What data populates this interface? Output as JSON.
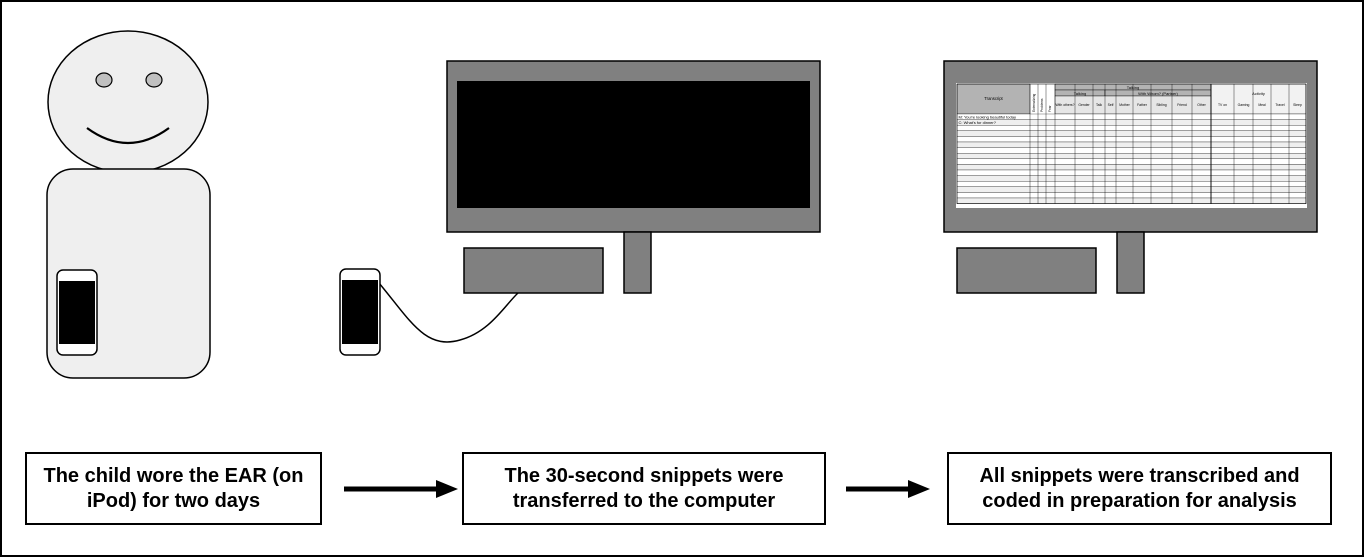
{
  "captions": [
    "The child wore the EAR (on iPod) for two days",
    "The 30-second snippets were transferred to the computer",
    "All snippets were transcribed and coded in preparation for analysis"
  ],
  "spreadsheet": {
    "transcript_header": "Transcript",
    "vertical_headers": [
      "Externalizing",
      "Problems",
      "Fear"
    ],
    "talking_header": "Talking",
    "talking_sub": "Talking",
    "with_whom_header": "With Whom? (Partner)",
    "activity_header": "Activity",
    "columns": [
      "With others?",
      "Gender",
      "Talk",
      "Self",
      "Mother",
      "Father",
      "Sibling",
      "Friend",
      "Other",
      "TV on",
      "Gaming",
      "Meal",
      "Travel",
      "Sleep"
    ],
    "rows": [
      "M: You're looking beautiful today",
      "C: What's for dinner?"
    ]
  },
  "colors": {
    "monitor_frame": "#808080",
    "screen_black": "#000000",
    "header_gray": "#b3b3b3",
    "child_fill": "#efefef",
    "eye_fill": "#c0c0c0"
  }
}
